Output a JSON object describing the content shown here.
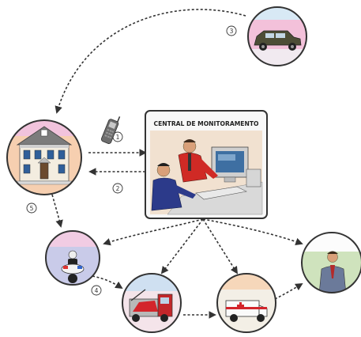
{
  "central": {
    "title": "CENTRAL DE MONITORAMENTO"
  },
  "steps": [
    "1",
    "2",
    "3",
    "4",
    "5"
  ],
  "icons": {
    "house": "house-icon",
    "phone": "mobile-phone-icon",
    "suv": "suv-icon",
    "operators": "monitoring-operators-icon",
    "motorcycle": "police-motorcycle-icon",
    "tow": "tow-truck-icon",
    "ambulance": "ambulance-icon",
    "manager": "businessman-icon"
  },
  "colors": {
    "arrow": "#333333",
    "house_bg": "#f6cfb0",
    "house_top": "#f1c3dc",
    "suv_top": "#f3c1da",
    "moto_top": "#f1cce3",
    "moto_bottom": "#c9cbe9",
    "tow_top": "#cfe0f1",
    "amb_top": "#f6d7ba",
    "man_top": "#fcfcfc",
    "man_bottom": "#cfe3bd",
    "central_bg": "#f8f8f8",
    "central_scene": "#e9a989"
  }
}
